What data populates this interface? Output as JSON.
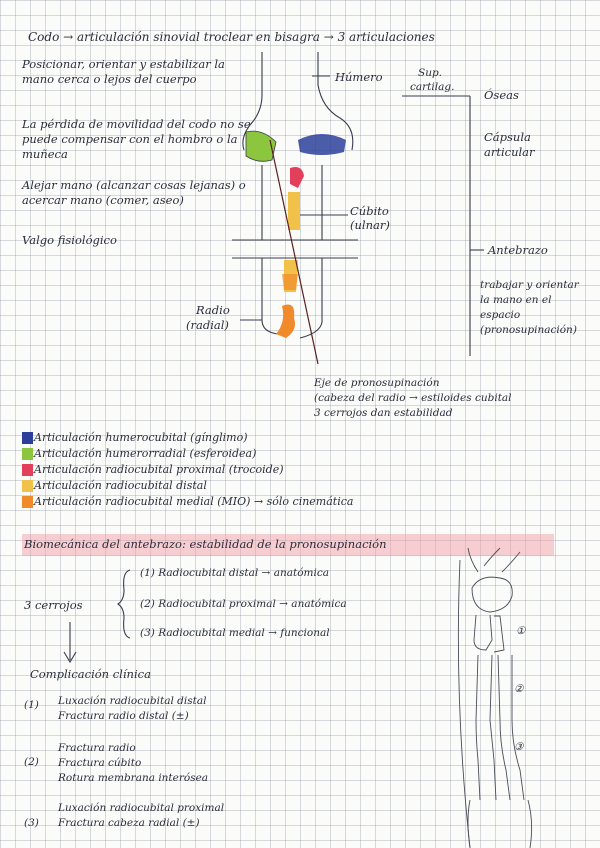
{
  "title": "Codo → articulación sinovial troclear en bisagra → 3 articulaciones",
  "left_notes": {
    "functions": "Posicionar, orientar y estabilizar la mano cerca o lejos del cuerpo",
    "mobility": "La pérdida de movilidad del codo no se puede compensar con el hombro o la muñeca",
    "actions": "Alejar mano (alcanzar cosas lejanas) o acercar mano (comer, aseo)",
    "valgo": "Valgo fisiológico"
  },
  "diagram": {
    "humero": "Húmero",
    "superficie_line1": "Sup.",
    "superficie_line2": "cartilag.",
    "cubito_line1": "Cúbito",
    "cubito_line2": "(ulnar)",
    "radio_line1": "Radio",
    "radio_line2": "(radial)"
  },
  "right_notes": {
    "oseas": "Óseas",
    "capsula_line1": "Cápsula",
    "capsula_line2": "articular",
    "antebrazo": "Antebrazo",
    "trabajar": "trabajar y orientar la mano en el espacio (pronosupinación)"
  },
  "axis_note": {
    "line1": "Eje de pronosupinación",
    "line2": "(cabeza del radio → estiloides cubital",
    "line3": "3 cerrojos dan estabilidad"
  },
  "legend": [
    {
      "color": "#2b3f9a",
      "label": "Articulación humerocubital (gínglimo)"
    },
    {
      "color": "#8cc63e",
      "label": "Articulación humerorradial (esferoidea)"
    },
    {
      "color": "#e2405a",
      "label": "Articulación radiocubital proximal (trocoide)"
    },
    {
      "color": "#f2c14a",
      "label": "Articulación radiocubital distal"
    },
    {
      "color": "#f08a2a",
      "label": "Articulación radiocubital medial (MIO) → sólo cinemática"
    }
  ],
  "section_heading": "Biomecánica del antebrazo: estabilidad de la pronosupinación",
  "cerrojos": {
    "label": "3 cerrojos",
    "items": [
      "(1) Radiocubital distal → anatómica",
      "(2) Radiocubital proximal → anatómica",
      "(3) Radiocubital medial → funcional"
    ]
  },
  "complications": {
    "title": "Complicación clínica",
    "item1_num": "(1)",
    "item1_line1": "Luxación radiocubital distal",
    "item1_line2": "Fractura radio distal (±)",
    "item2_num": "(2)",
    "item2_line1": "Fractura radio",
    "item2_line2": "Fractura cúbito",
    "item2_line3": "Rotura membrana interósea",
    "item3_num": "(3)",
    "item3_line1": "Luxación radiocubital proximal",
    "item3_line2": "Fractura cabeza radial (±)"
  },
  "sketch_marks": [
    "①",
    "②",
    "③"
  ]
}
